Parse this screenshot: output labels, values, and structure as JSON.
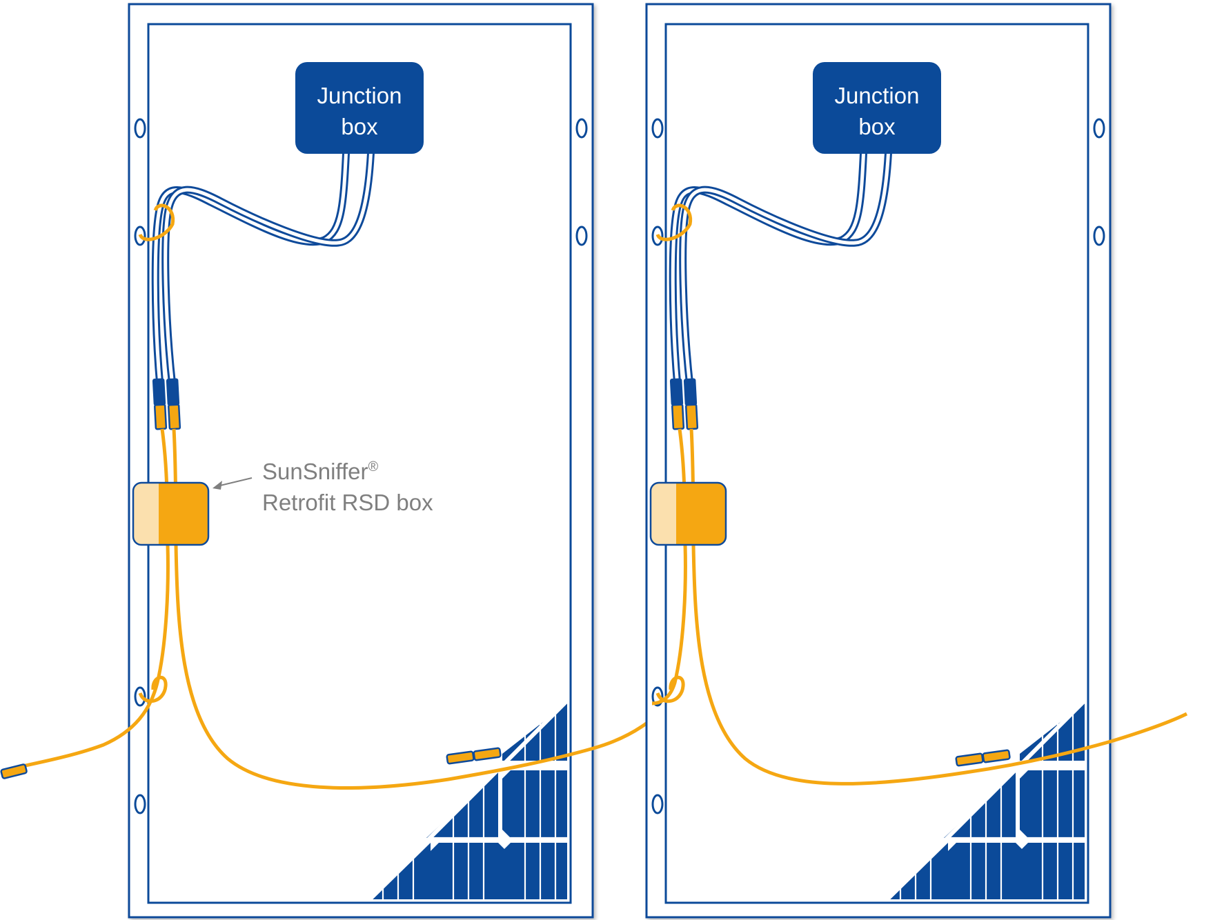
{
  "colors": {
    "frame": "#0b4a99",
    "cable_blue": "#0e4a9a",
    "cable_orange": "#f5a712",
    "rsd_box": "#f5a712",
    "rsd_box_light": "#fbe0ae",
    "label_gray": "#7f7f7f"
  },
  "panels": [
    {
      "junction_box": {
        "line1": "Junction",
        "line2": "box"
      },
      "rsd_label": {
        "name": "SunSniffer",
        "mark": "®",
        "line2": "Retrofit RSD box"
      }
    },
    {
      "junction_box": {
        "line1": "Junction",
        "line2": "box"
      }
    }
  ]
}
